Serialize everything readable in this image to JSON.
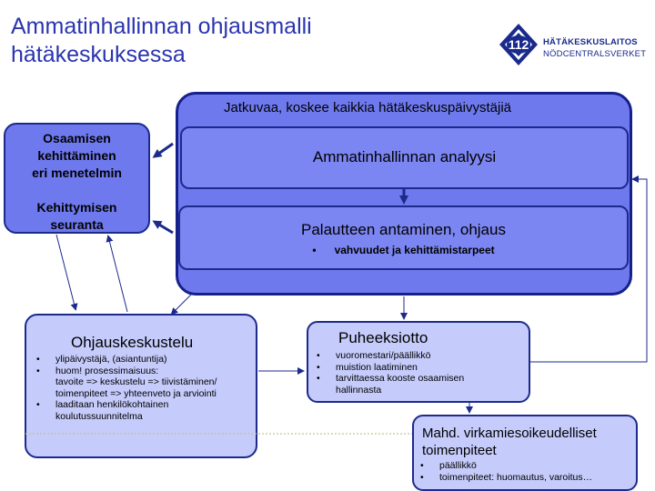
{
  "title": "Ammatinhallinnan ohjausmalli\nhätäkeskuksessa",
  "logo": {
    "number": "112",
    "line1": "HÄTÄKESKUSLAITOS",
    "line2": "NÖDCENTRALSVERKET"
  },
  "outer_label": "Jatkuvaa, koskee kaikkia hätäkeskuspäivystäjiä",
  "analyysi": "Ammatinhallinnan analyysi",
  "palaute": {
    "title": "Palautteen antaminen, ohjaus",
    "bullet": "vahvuudet ja kehittämistarpeet"
  },
  "osaaminen": {
    "line1": "Osaamisen",
    "line2": "kehittäminen",
    "line3": "eri menetelmin",
    "line4": "Kehittymisen",
    "line5": "seuranta"
  },
  "ohjaus": {
    "title": "Ohjauskeskustelu",
    "items": [
      "ylipäivystäjä, (asiantuntija)",
      "huom! prosessimaisuus:",
      "laaditaan henkilökohtainen"
    ],
    "cont1": "tavoite => keskustelu => tiivistäminen/",
    "cont2": "toimenpiteet => yhteenveto ja arviointi",
    "cont3": "koulutussuunnitelma"
  },
  "puhe": {
    "title": "Puheeksiotto",
    "items": [
      "vuoromestari/päällikkö",
      "muistion laatiminen",
      "tarvittaessa kooste osaamisen"
    ],
    "cont": "hallinnasta"
  },
  "mahd": {
    "title1": "Mahd. virkamiesoikeudelliset",
    "title2": "toimenpiteet",
    "items": [
      "päällikkö",
      "toimenpiteet: huomautus, varoitus…"
    ]
  },
  "colors": {
    "title": "#2a35b0",
    "box_dark": "#6e79ee",
    "box_light": "#c5cbfb",
    "border": "#1c2a8c",
    "dotted": "#c8c48a"
  }
}
